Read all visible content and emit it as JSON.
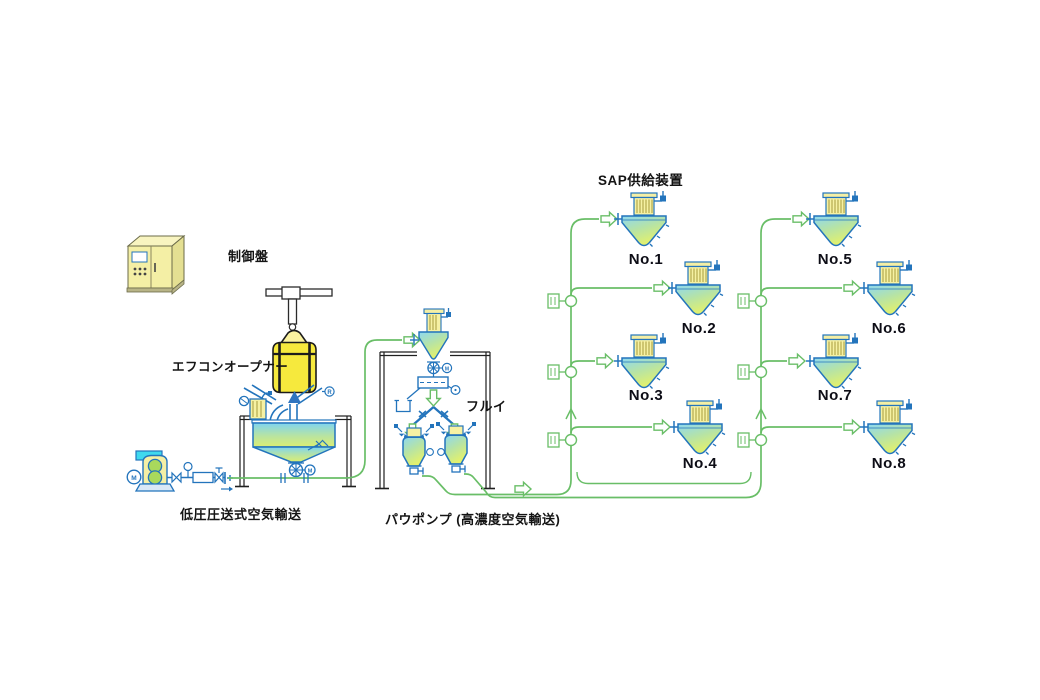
{
  "diagram": {
    "station_labels": {
      "control_panel": "制御盤",
      "bag_opener": "エフコンオープナー",
      "low_pressure_line": "低圧圧送式空気輸送",
      "pow_pump_line": "パウポンプ (高濃度空気輸送)",
      "sieve": "フルイ",
      "sap_feeder_title": "SAP供給装置"
    },
    "receivers": [
      "No.1",
      "No.2",
      "No.3",
      "No.4",
      "No.5",
      "No.6",
      "No.7",
      "No.8"
    ],
    "symbols": {
      "motor": "M",
      "regulator": "R"
    },
    "colors": {
      "pipe_green": "#69be67",
      "line_blue": "#2374bc",
      "steel": "#1f1f1f",
      "vessel_cyan": "#8ed8f1",
      "vessel_lime": "#e3f16c",
      "equipment_yellow": "#f4efa5",
      "bag_yellow": "#f6e93d",
      "silencer_cyan": "#3fd9ee",
      "label_text": "#141414"
    }
  }
}
